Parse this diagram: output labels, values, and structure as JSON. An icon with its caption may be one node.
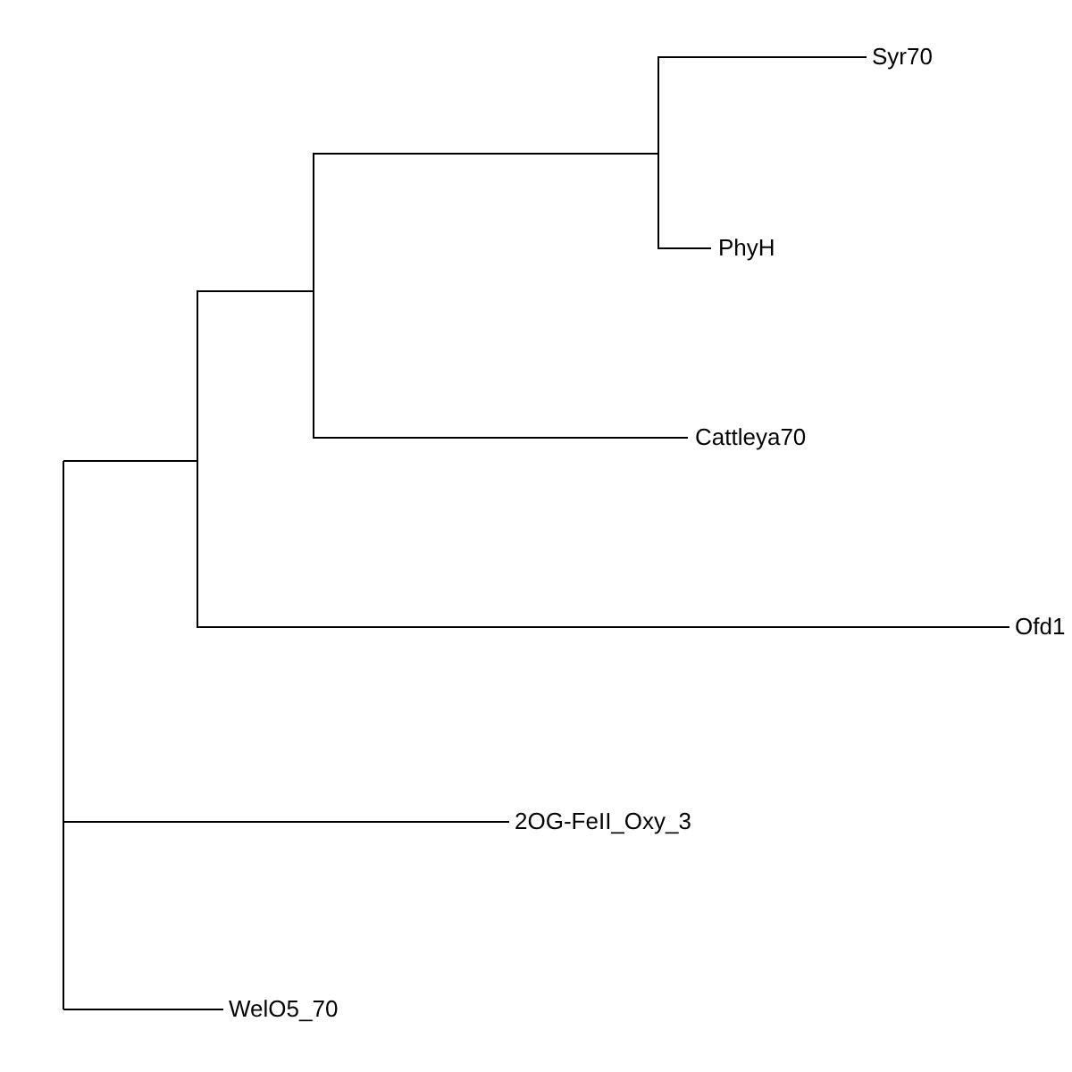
{
  "diagram": {
    "labels": [
      "Syr70",
      "PhyH",
      "Cattleya70",
      "Ofd1",
      "2OG-FeII_Oxy_3",
      "WelO5_70"
    ]
  }
}
